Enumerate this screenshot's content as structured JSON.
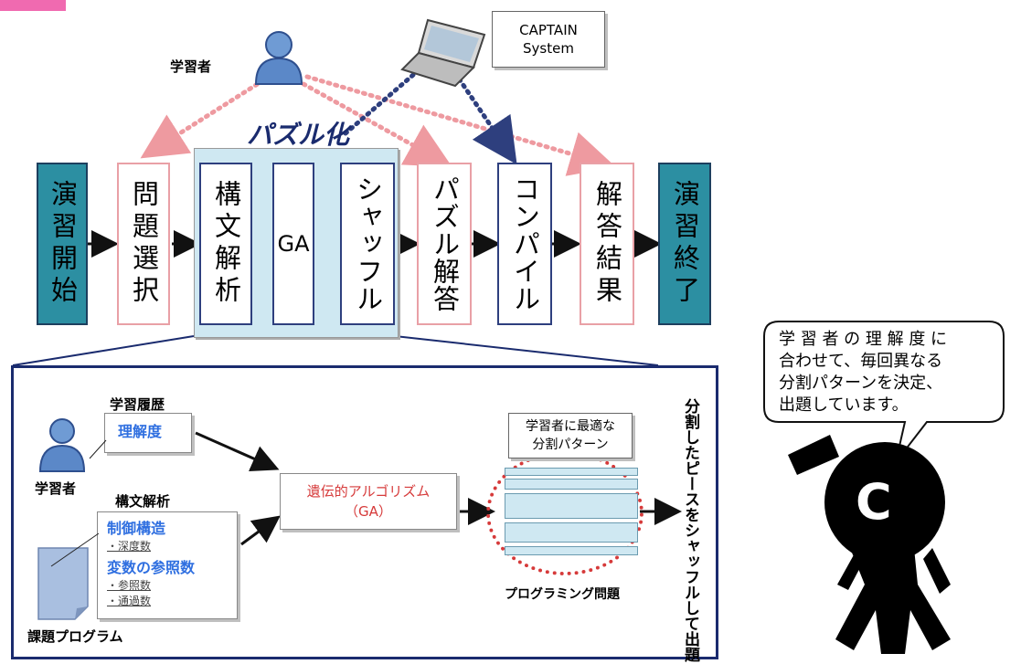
{
  "top": {
    "learner_label": "学習者",
    "captain_line1": "CAPTAIN",
    "captain_line2": "System",
    "puzzle_label": "パズル化"
  },
  "flow": [
    {
      "name": "start",
      "label": "演習開始"
    },
    {
      "name": "select",
      "label": "問題選択"
    },
    {
      "name": "parse",
      "label": "構文解析"
    },
    {
      "name": "ga",
      "label": "GA"
    },
    {
      "name": "shuffle",
      "label": "シャッフル"
    },
    {
      "name": "solve",
      "label": "パズル解答"
    },
    {
      "name": "compile",
      "label": "コンパイル"
    },
    {
      "name": "result",
      "label": "解答結果"
    },
    {
      "name": "end",
      "label": "演習終了"
    }
  ],
  "detail": {
    "history_title": "学習履歴",
    "understanding": "理解度",
    "learner_label": "学習者",
    "parse_title": "構文解析",
    "control_structure": "制御構造",
    "depth": "・深度数",
    "var_refs": "変数の参照数",
    "ref_count": "・参照数",
    "pass_count": "・通過数",
    "program_label": "課題プログラム",
    "ga_line1": "遺伝的アルゴリズム",
    "ga_line2": "（GA）",
    "optimal_line1": "学習者に最適な",
    "optimal_line2": "分割パターン",
    "problem_label": "プログラミング問題",
    "output_vertical": "分割したピースをシャッフルして出題"
  },
  "speech": {
    "line1": "学 習 者 の 理 解 度 に",
    "line2": "合わせて、毎回異なる",
    "line3": "分割パターンを決定、",
    "line4": "出題しています。"
  },
  "mascot": {
    "letter": "C"
  },
  "colors": {
    "teal": "#2c8fa2",
    "pink": "#e9a0a6",
    "navy": "#2e3f7e",
    "light_blue": "#cfe8f2",
    "red": "#d63a3a"
  }
}
